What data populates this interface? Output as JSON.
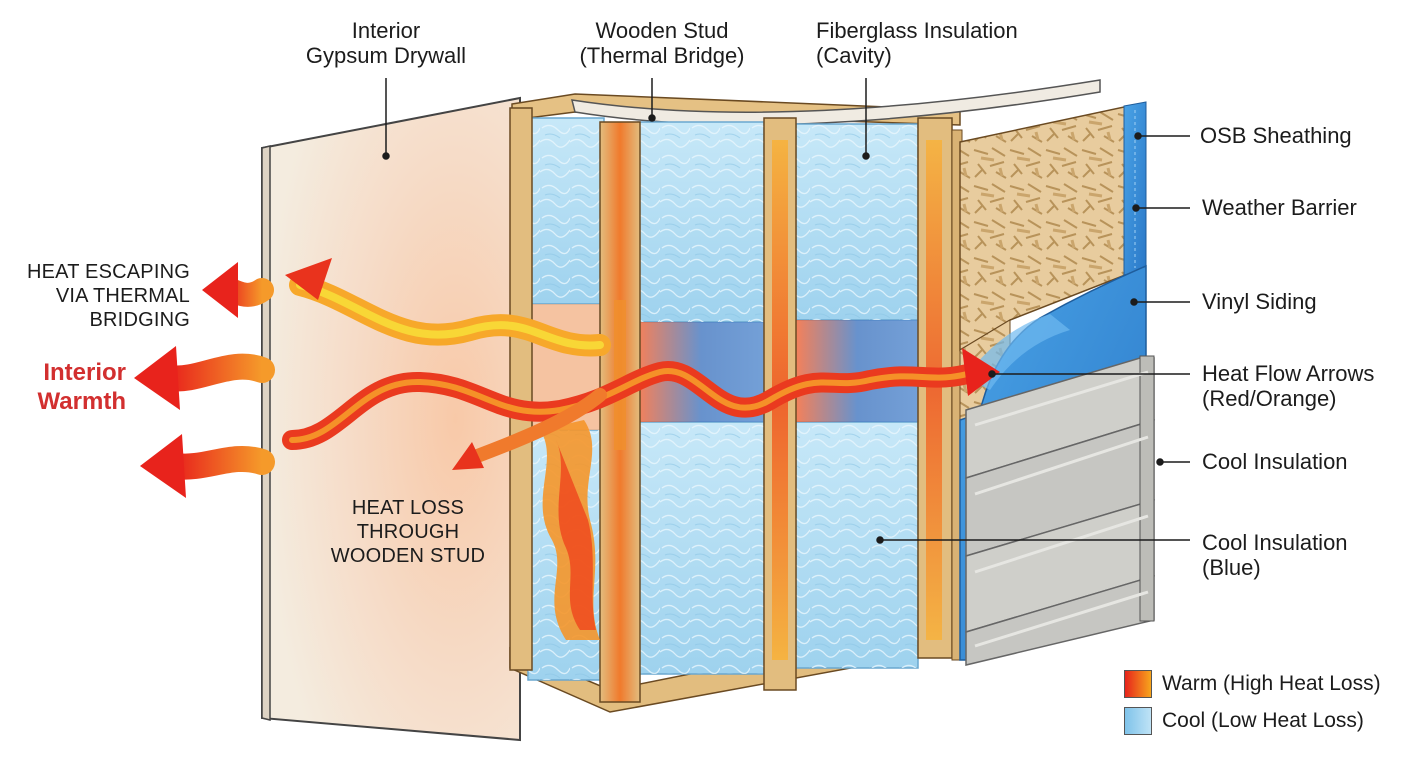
{
  "labels": {
    "drywall": [
      "Interior",
      "Gypsum Drywall"
    ],
    "stud": [
      "Wooden Stud",
      "(Thermal Bridge)"
    ],
    "fiberglass": [
      "Fiberglass Insulation",
      "(Cavity)"
    ],
    "osb": "OSB Sheathing",
    "weather_barrier": "Weather Barrier",
    "vinyl_siding": "Vinyl Siding",
    "heat_flow": [
      "Heat Flow Arrows",
      "(Red/Orange)"
    ],
    "cool_insulation": "Cool Insulation",
    "cool_insulation_blue": [
      "Cool Insulation",
      "(Blue)"
    ],
    "heat_escaping": [
      "HEAT ESCAPING",
      "VIA THERMAL",
      "BRIDGING"
    ],
    "interior_warmth": [
      "Interior",
      "Warmth"
    ],
    "heat_loss_stud": [
      "HEAT LOSS",
      "THROUGH",
      "WOODEN STUD"
    ]
  },
  "legend": [
    {
      "label": "Warm (High Heat Loss)",
      "kind": "warm",
      "color_start": "#e6241c",
      "color_end": "#f7a51c"
    },
    {
      "label": "Cool (Low Heat Loss)",
      "kind": "cool",
      "color_start": "#7fc3ea",
      "color_end": "#bfe3f6"
    }
  ],
  "colors": {
    "heat": "#e8321e",
    "insulation": "#a9d8f0",
    "wood": "#e2bd7f",
    "osb": "#e4c89a",
    "weather_barrier": "#3a8fd8",
    "siding": "#c6c6c2",
    "drywall": "#f4ecdf"
  }
}
